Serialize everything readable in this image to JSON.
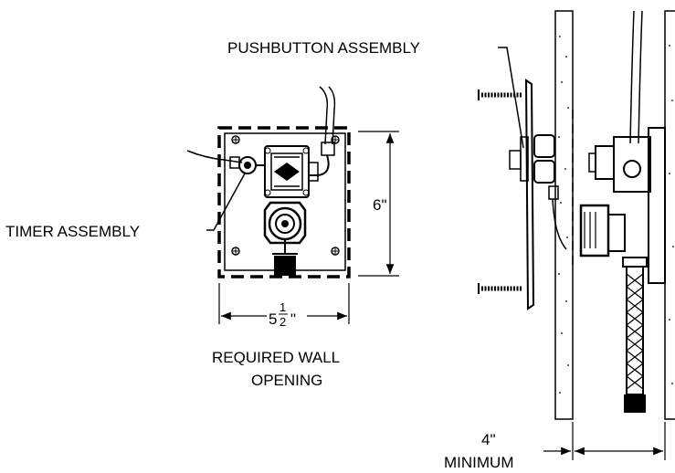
{
  "labels": {
    "pushbutton_assembly": "PUSHBUTTON ASSEMBLY",
    "timer_assembly": "TIMER ASSEMBLY",
    "height_dim": "6\"",
    "width_dim_whole": "5",
    "width_dim_num": "1",
    "width_dim_den": "2",
    "width_dim_inch": "\"",
    "required_line1": "REQUIRED WALL",
    "required_line2": "OPENING",
    "depth_dim": "4\"",
    "depth_label": "MINIMUM"
  }
}
